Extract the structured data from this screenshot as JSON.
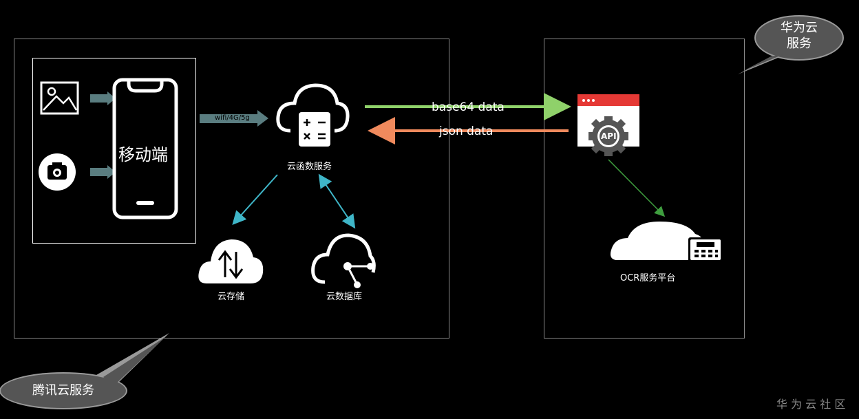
{
  "mobile": {
    "label": "移动端"
  },
  "network_label": "wifi/4G/5g",
  "tencent": {
    "cloud_function": "云函数服务",
    "storage": "云存储",
    "database": "云数据库",
    "bubble": "腾讯云服务"
  },
  "huawei": {
    "bubble_line1": "华为云",
    "bubble_line2": "服务",
    "ocr": "OCR服务平台"
  },
  "flows": {
    "request": "base64 data",
    "response": "json data"
  },
  "api_icon_text": "API",
  "watermark": "华 为 云 社 区",
  "colors": {
    "request_arrow": "#8fd16a",
    "response_arrow": "#f08a5d",
    "cyan_arrow": "#3fb6c8",
    "green_arrow": "#3f9e3f",
    "api_header": "#e53935"
  }
}
